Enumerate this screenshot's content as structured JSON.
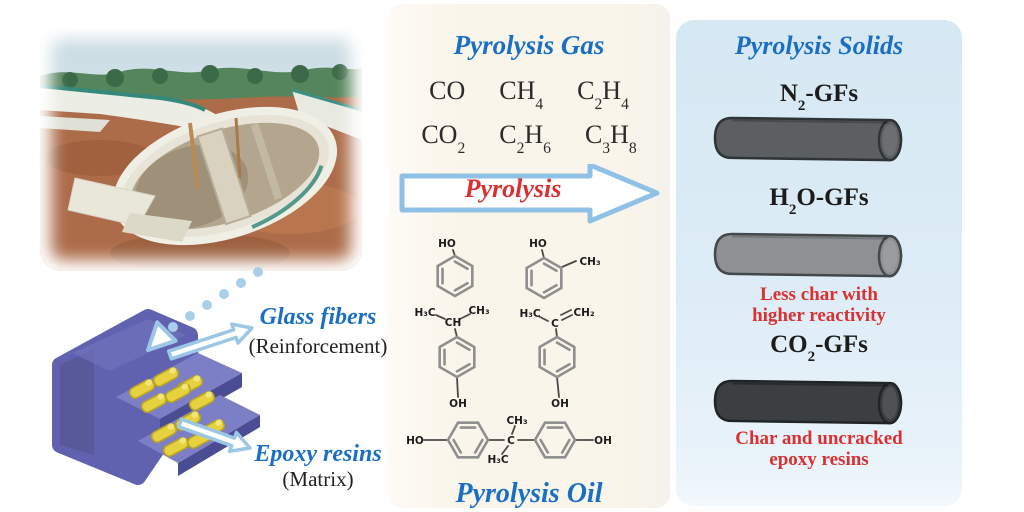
{
  "colors": {
    "accent_blue": "#1a6fc4",
    "accent_red": "#d93131",
    "gas_panel_bg": "#faf5ea",
    "solids_panel_bg": "#d9e9f5",
    "arrow_outline": "#8fc1e6",
    "block_purple": "#6062b0",
    "fiber_yellow": "#e6d23e"
  },
  "left": {
    "glass_fibers": {
      "label": "Glass fibers",
      "sublabel": "(Reinforcement)"
    },
    "epoxy": {
      "label": "Epoxy resins",
      "sublabel": "(Matrix)"
    }
  },
  "gas": {
    "title": "Pyrolysis Gas",
    "rows": [
      [
        [
          {
            "t": "CO"
          }
        ],
        [
          {
            "t": "CH",
            "s": "4"
          }
        ],
        [
          {
            "t": "C",
            "s": "2"
          },
          {
            "t": "H",
            "s": "4"
          }
        ]
      ],
      [
        [
          {
            "t": "CO",
            "s": "2"
          }
        ],
        [
          {
            "t": "C",
            "s": "2"
          },
          {
            "t": "H",
            "s": "6"
          }
        ],
        [
          {
            "t": "C",
            "s": "3"
          },
          {
            "t": "H",
            "s": "8"
          }
        ]
      ]
    ]
  },
  "process_arrow": {
    "label": "Pyrolysis"
  },
  "oil": {
    "title": "Pyrolysis Oil",
    "phenol": {
      "ho": "HO"
    },
    "cresol": {
      "ho": "HO",
      "ch3": "CH₃"
    },
    "isopropylphenol": {
      "h3c": "H₃C",
      "ch": "CH",
      "ch3": "CH₃",
      "oh": "OH"
    },
    "isopropenylphenol": {
      "h3c": "H₃C",
      "c": "C",
      "ch2": "CH₂",
      "oh": "OH"
    },
    "bisphenol_a": {
      "ho": "HO",
      "ch3": "CH₃",
      "c": "C",
      "h3c": "H₃C",
      "oh": "OH"
    }
  },
  "solids": {
    "title": "Pyrolysis Solids",
    "items": [
      {
        "formula": [
          {
            "t": "N",
            "s": "2"
          },
          {
            "t": "-GFs"
          }
        ],
        "color": "#5c5f61",
        "edge": "#2e3335"
      },
      {
        "formula": [
          {
            "t": "H",
            "s": "2"
          },
          {
            "t": "O-GFs"
          }
        ],
        "color": "#8e9193",
        "edge": "#43484b",
        "note1": "Less char with",
        "note2": "higher reactivity"
      },
      {
        "formula": [
          {
            "t": "CO",
            "s": "2"
          },
          {
            "t": "-GFs"
          }
        ],
        "color": "#3b3f42",
        "edge": "#202426",
        "note1": "Char and uncracked",
        "note2": "epoxy resins"
      }
    ]
  }
}
